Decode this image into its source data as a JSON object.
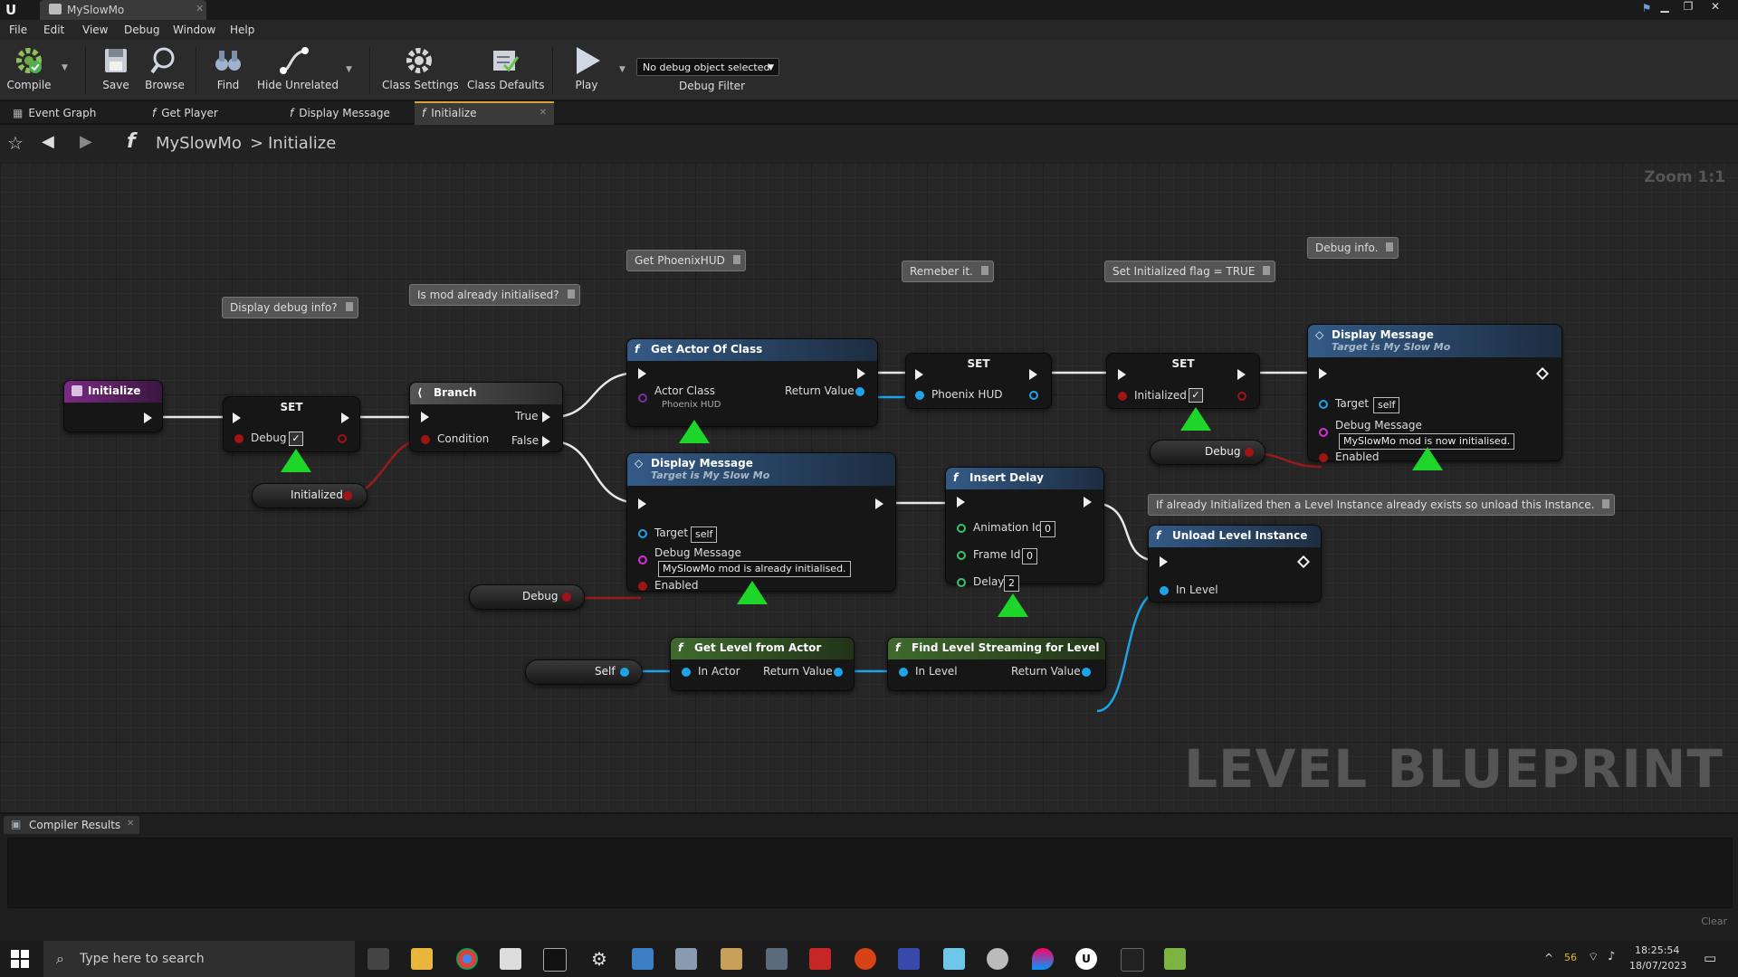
{
  "window": {
    "tab_title": "MySlowMo",
    "min": "▁",
    "max": "❐",
    "close": "✕"
  },
  "menu": [
    "File",
    "Edit",
    "View",
    "Debug",
    "Window",
    "Help"
  ],
  "toolbar": {
    "compile": "Compile",
    "save": "Save",
    "browse": "Browse",
    "find": "Find",
    "hide_unrelated": "Hide Unrelated",
    "class_settings": "Class Settings",
    "class_defaults": "Class Defaults",
    "play": "Play",
    "debug_select": "No debug object selected",
    "debug_filter": "Debug Filter"
  },
  "graph_tabs": [
    "Event Graph",
    "Get Player",
    "Display Message",
    "Initialize"
  ],
  "breadcrumb": {
    "root": "MySlowMo",
    "separator": ">",
    "current": "Initialize",
    "zoom": "Zoom 1:1"
  },
  "watermark": "LEVEL BLUEPRINT",
  "comments": {
    "display_debug": "Display debug info?",
    "mod_init": "Is mod already initialised?",
    "phoenix_hud": "Get PhoenixHUD",
    "remember": "Remeber it.",
    "set_flag": "Set Initialized flag = TRUE",
    "debug_info": "Debug info.",
    "unload_note": "If already Initialized then a Level Instance already exists so unload this Instance."
  },
  "nodes": {
    "initialize": "Initialize",
    "set": "SET",
    "debug": "Debug",
    "initialized": "Initialized",
    "branch": "Branch",
    "condition": "Condition",
    "true": "True",
    "false": "False",
    "get_actor_of_class": "Get Actor Of Class",
    "actor_class": "Actor Class",
    "actor_class_value": "Phoenix HUD",
    "return_value": "Return Value",
    "phoenix_hud": "Phoenix HUD",
    "display_message": "Display Message",
    "target_my_slow_mo": "Target is My Slow Mo",
    "target": "Target",
    "self": "self",
    "debug_message": "Debug Message",
    "msg_already": "MySlowMo mod is already initialised.",
    "msg_now": "MySlowMo mod is now initialised.",
    "enabled": "Enabled",
    "insert_delay": "Insert Delay",
    "animation_id": "Animation Id",
    "frame_id": "Frame Id",
    "delay": "Delay",
    "zero": "0",
    "two": "2",
    "unload_level_instance": "Unload Level Instance",
    "in_level": "In Level",
    "get_level_from_actor": "Get Level from Actor",
    "in_actor": "In Actor",
    "find_level_streaming": "Find Level Streaming for Level",
    "self_node": "Self"
  },
  "compiler": {
    "tab": "Compiler Results",
    "clear": "Clear"
  },
  "taskbar": {
    "search_placeholder": "Type here to search",
    "time": "18:25:54",
    "date": "18/07/2023",
    "temp": "56"
  }
}
